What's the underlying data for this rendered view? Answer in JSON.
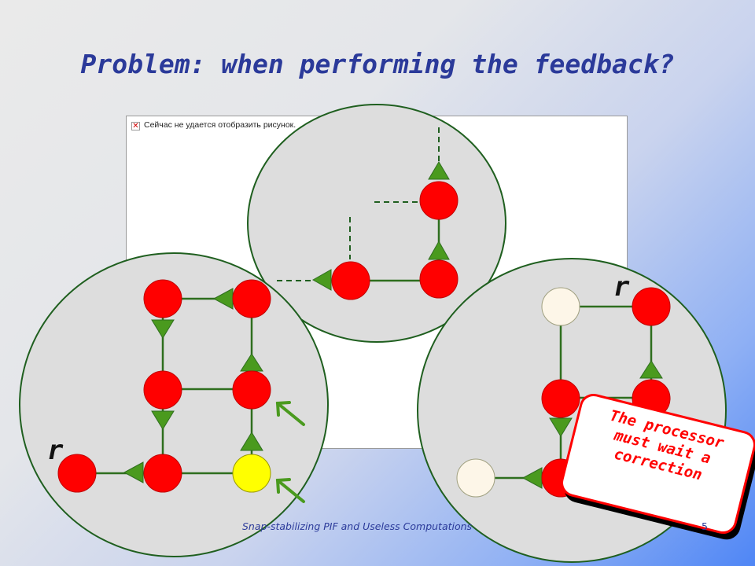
{
  "slide": {
    "title": "Problem: when performing the feedback?",
    "footer": "Snap-stabilizing PIF and Useless Computations",
    "slide_number": "5"
  },
  "broken_image": {
    "message": "Сейчас не удается отобразить рисунок.",
    "icon": "broken-image-icon"
  },
  "labels": {
    "root_left": "r",
    "root_right": "r"
  },
  "callout": {
    "lines": [
      "The processor",
      "must wait a",
      "correction"
    ]
  },
  "colors": {
    "title": "#2b3a9a",
    "node_active": "#ff0000",
    "node_highlight": "#ffff00",
    "node_clean": "#fdf6e8",
    "edge": "#2e6e1e",
    "arrow": "#4a9a1e",
    "bubble_fill": "#dddddd",
    "callout_text": "#ff0000"
  }
}
